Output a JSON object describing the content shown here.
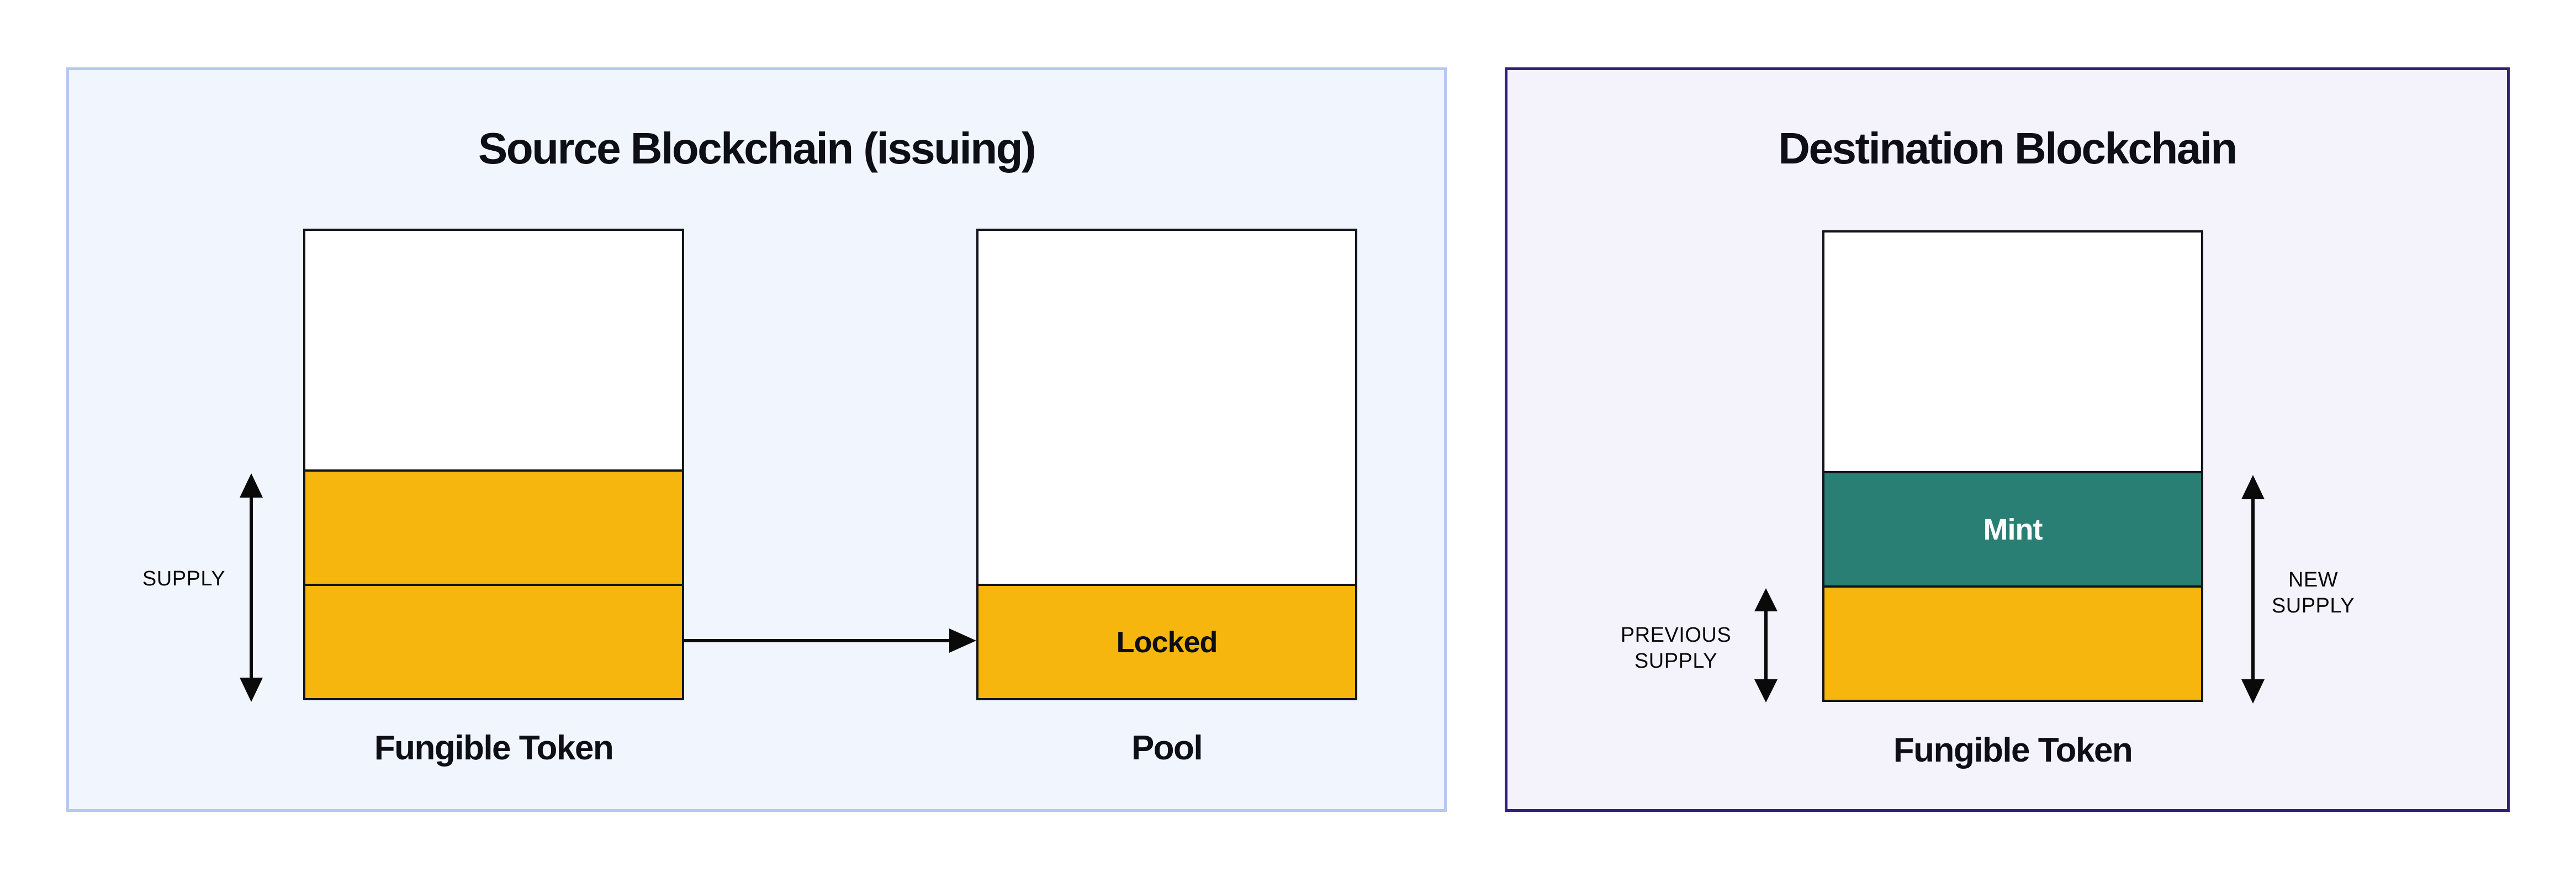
{
  "colors": {
    "page_bg": "#FFFFFF",
    "ink": "#0D0E16",
    "arrow": "#0A0A0A",
    "source_panel_bg": "#F1F5FD",
    "source_panel_border": "#B5C8F2",
    "dest_panel_bg": "#F4F2FB",
    "dest_panel_border": "#31217A",
    "box_bg": "#FFFFFF",
    "box_border": "#13141C",
    "amber": "#F6B60D",
    "teal": "#2A7F74",
    "mint_text": "#FFFFFF"
  },
  "source_panel": {
    "title": "Source Blockchain (issuing)",
    "supply_label": "SUPPLY",
    "fungible_token_label": "Fungible Token",
    "locked_label": "Locked",
    "pool_label": "Pool"
  },
  "dest_panel": {
    "title": "Destination Blockchain",
    "mint_label": "Mint",
    "previous_supply_label": "PREVIOUS\nSUPPLY",
    "new_supply_label": "NEW\nSUPPLY",
    "fungible_token_label": "Fungible Token"
  },
  "icons": {
    "supply_range_arrow": "vertical-double-headed-arrow",
    "transfer_arrow": "horizontal-right-arrow",
    "previous_supply_arrow": "vertical-double-headed-arrow",
    "new_supply_arrow": "vertical-double-headed-arrow"
  }
}
